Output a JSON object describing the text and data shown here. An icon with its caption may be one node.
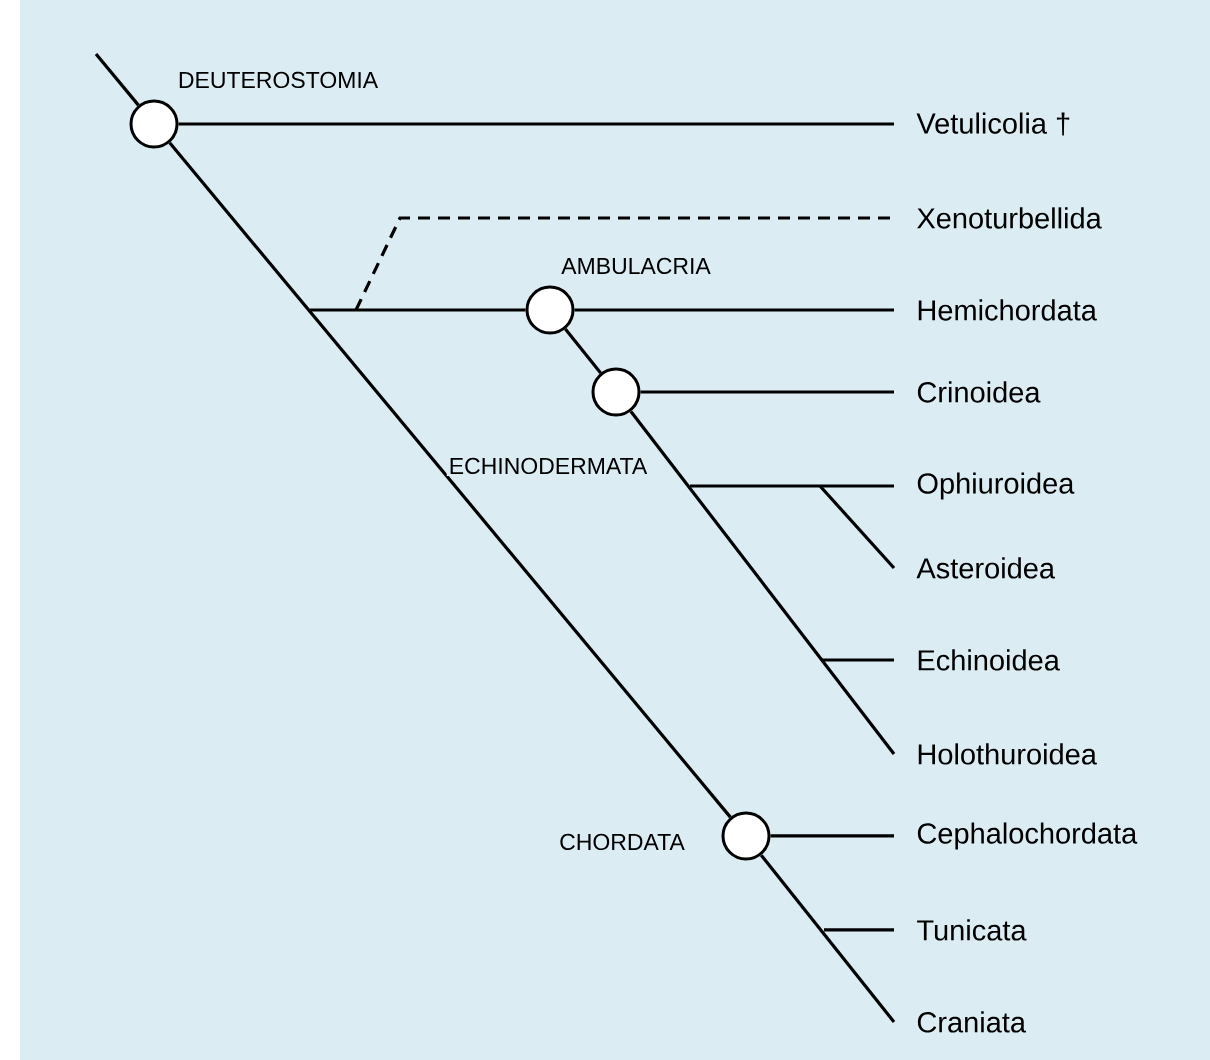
{
  "diagram": {
    "nodes": [
      {
        "text": [
          "DEUTEROSTOMIA"
        ]
      },
      {
        "text": [
          "Vetulicolia †"
        ]
      },
      {
        "text": [
          "Xenoturbellida"
        ]
      },
      {
        "text": [
          "AMBULACRIA"
        ]
      },
      {
        "text": [
          "Hemichordata"
        ]
      },
      {
        "text": [
          "ECHINODERMATA"
        ]
      },
      {
        "text": [
          "Crinoidea"
        ]
      },
      {
        "text": [
          "Ophiuroidea"
        ]
      },
      {
        "text": [
          "Asteroidea"
        ]
      },
      {
        "text": [
          "Echinoidea"
        ]
      },
      {
        "text": [
          "Holothuroidea"
        ]
      },
      {
        "text": [
          "CHORDATA"
        ]
      },
      {
        "text": [
          "Cephalochordata"
        ]
      },
      {
        "text": [
          "Tunicata"
        ]
      },
      {
        "text": [
          "Craniata"
        ]
      }
    ],
    "edges": [
      {
        "from": null,
        "to": 0,
        "arrow": "none"
      },
      {
        "from": 0,
        "to": 1,
        "arrow": "none"
      },
      {
        "from": 0,
        "to": 11,
        "arrow": "none"
      },
      {
        "from": null,
        "to": 2,
        "arrow": "none",
        "style": "dashed"
      },
      {
        "from": null,
        "to": 3,
        "arrow": "none"
      },
      {
        "from": 3,
        "to": 4,
        "arrow": "none"
      },
      {
        "from": 3,
        "to": 5,
        "arrow": "none"
      },
      {
        "from": 5,
        "to": 6,
        "arrow": "none"
      },
      {
        "from": null,
        "to": 7,
        "arrow": "none"
      },
      {
        "from": null,
        "to": 8,
        "arrow": "none"
      },
      {
        "from": null,
        "to": 9,
        "arrow": "none"
      },
      {
        "from": 5,
        "to": 10,
        "arrow": "none"
      },
      {
        "from": 11,
        "to": 12,
        "arrow": "none"
      },
      {
        "from": null,
        "to": 13,
        "arrow": "none"
      },
      {
        "from": 11,
        "to": 14,
        "arrow": "none"
      }
    ]
  }
}
